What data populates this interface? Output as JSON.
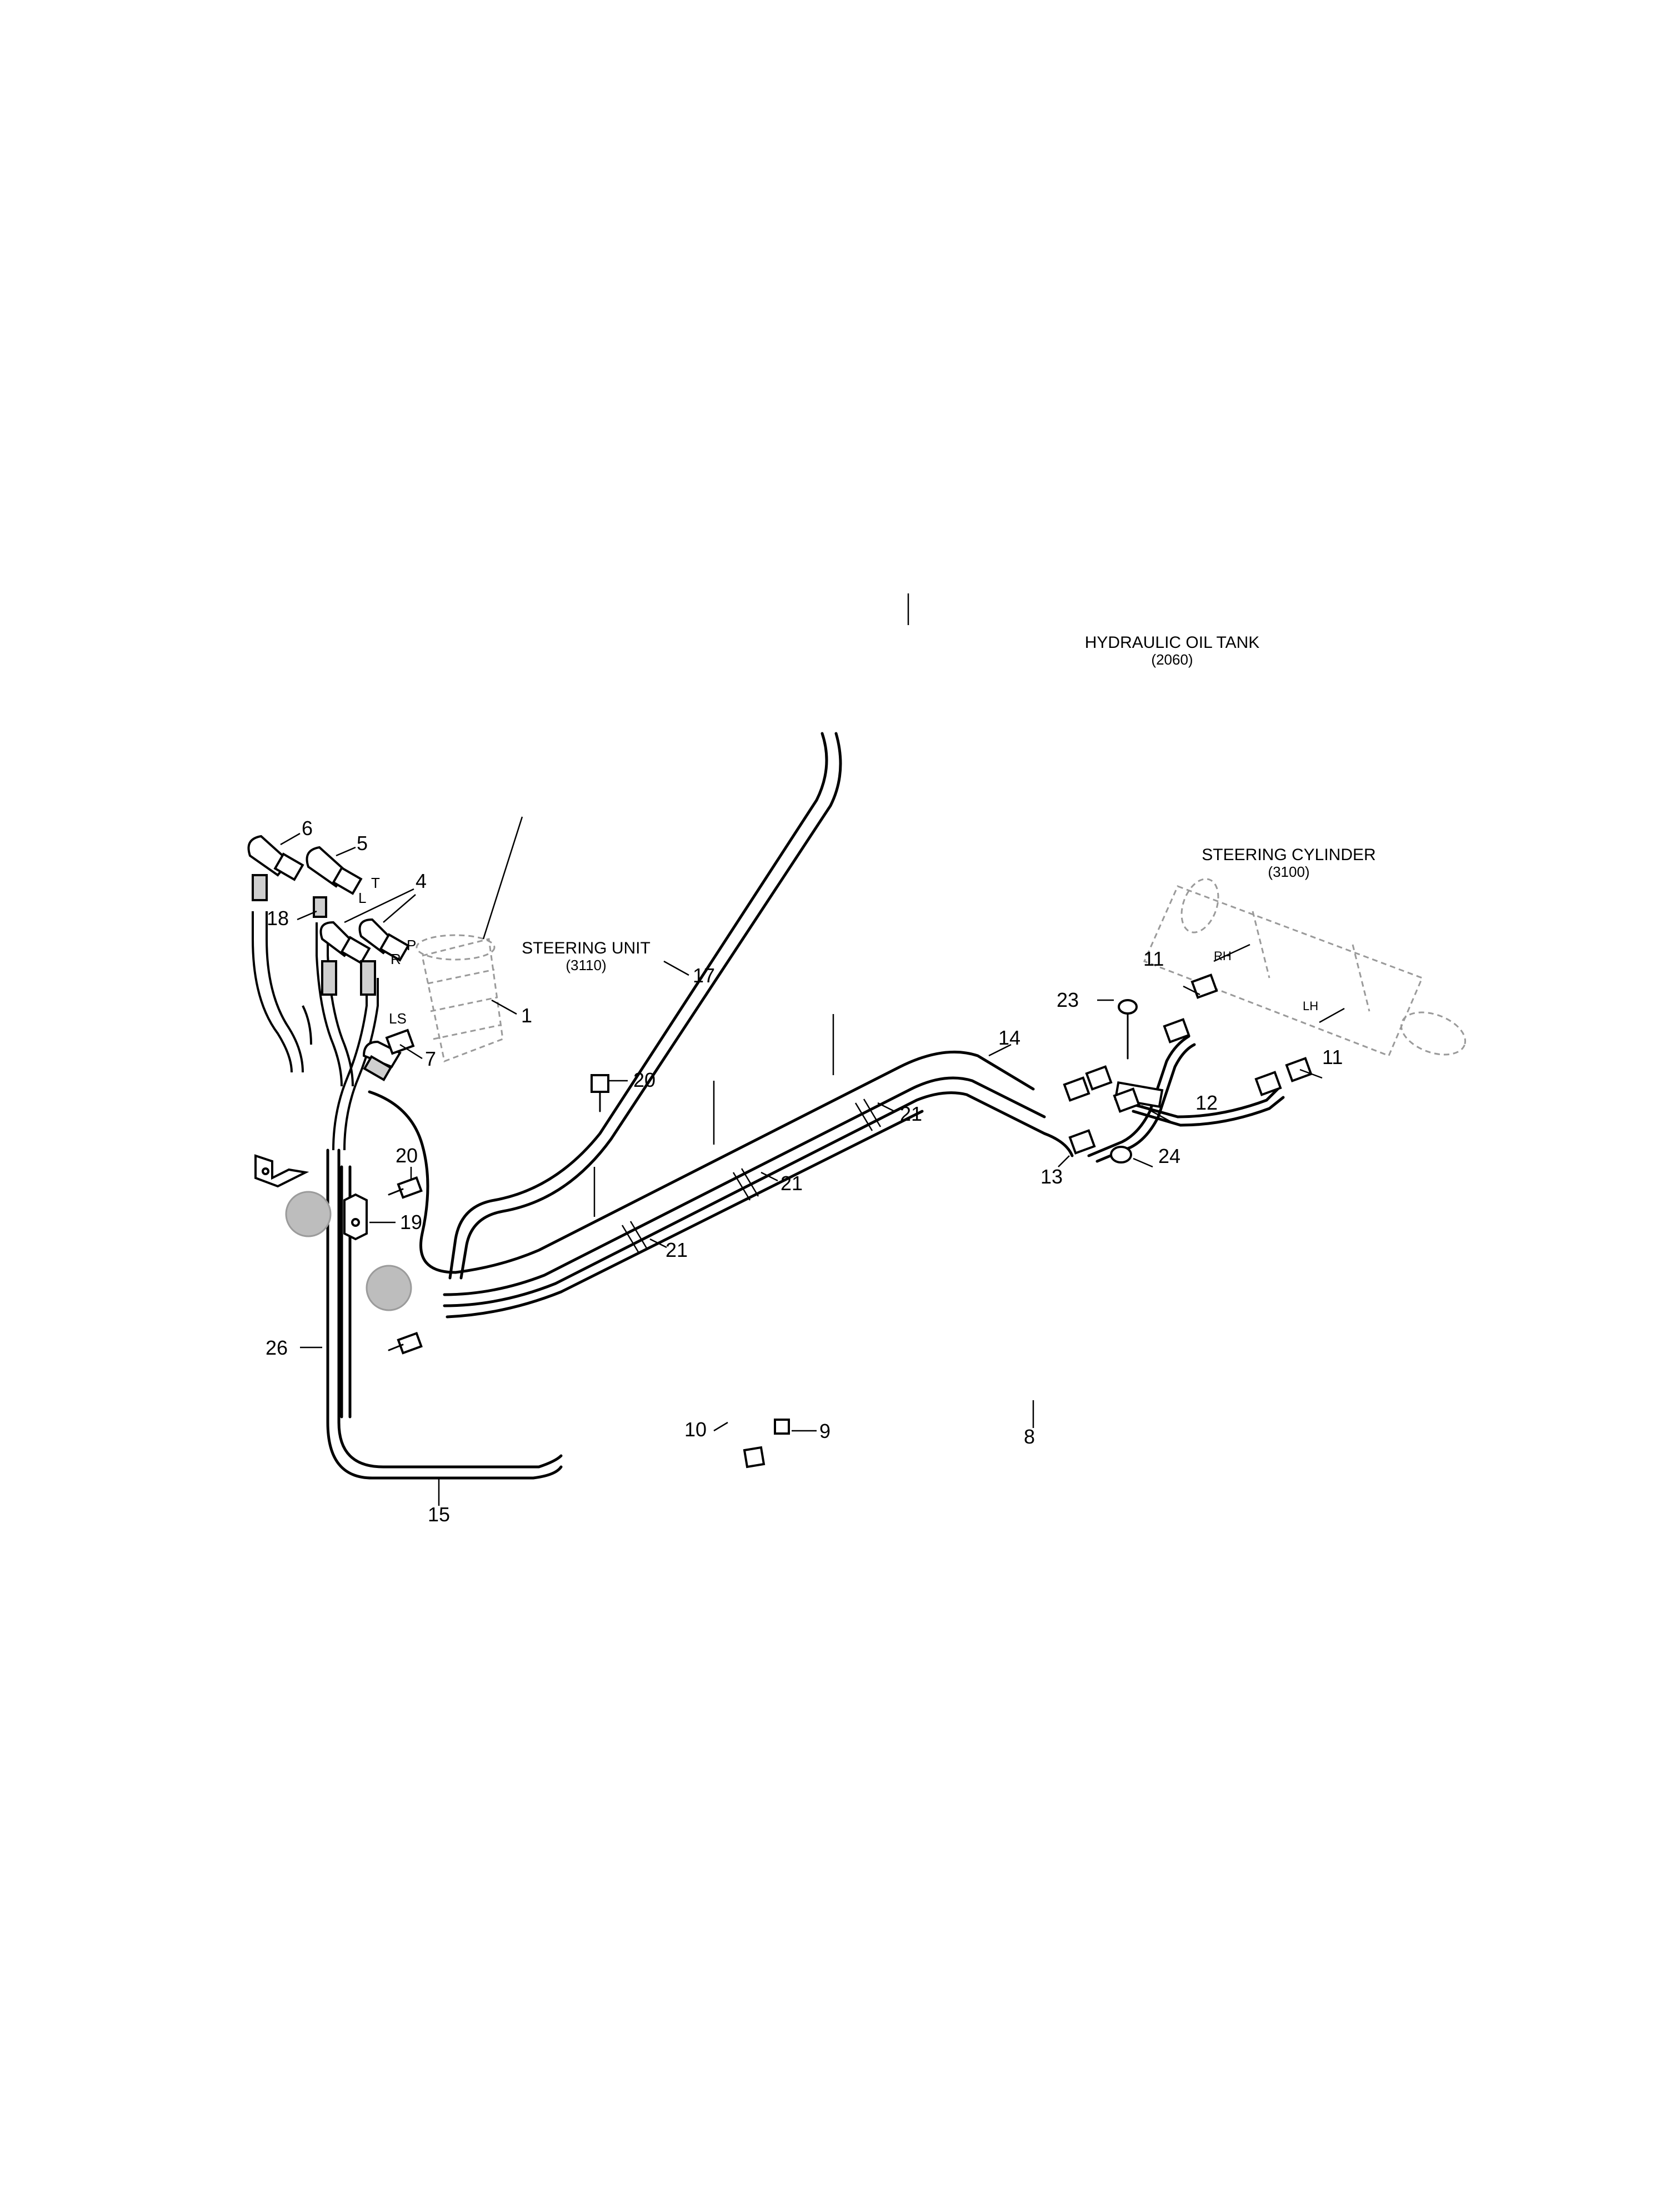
{
  "labels": {
    "hydraulic_tank": "HYDRAULIC OIL TANK",
    "hydraulic_tank_ref": "(2060)",
    "steering_cylinder": "STEERING CYLINDER",
    "steering_cylinder_ref": "(3100)",
    "steering_unit": "STEERING UNIT",
    "steering_unit_ref": "(3110)"
  },
  "ports": {
    "T": "T",
    "L": "L",
    "P": "P",
    "R": "R",
    "LS": "LS",
    "RH": "RH",
    "LH": "LH"
  },
  "callouts": {
    "c1": "1",
    "c4": "4",
    "c5": "5",
    "c6": "6",
    "c7": "7",
    "c8": "8",
    "c9": "9",
    "c10": "10",
    "c11a": "11",
    "c11b": "11",
    "c12": "12",
    "c13": "13",
    "c14": "14",
    "c15": "15",
    "c17": "17",
    "c18": "18",
    "c19": "19",
    "c20a": "20",
    "c20b": "20",
    "c21a": "21",
    "c21b": "21",
    "c21c": "21",
    "c23": "23",
    "c24": "24",
    "c26": "26"
  },
  "colors": {
    "line": "#000000",
    "ghost_component": "#9a9a9a",
    "highlight_marker": "#bdbdbd"
  }
}
